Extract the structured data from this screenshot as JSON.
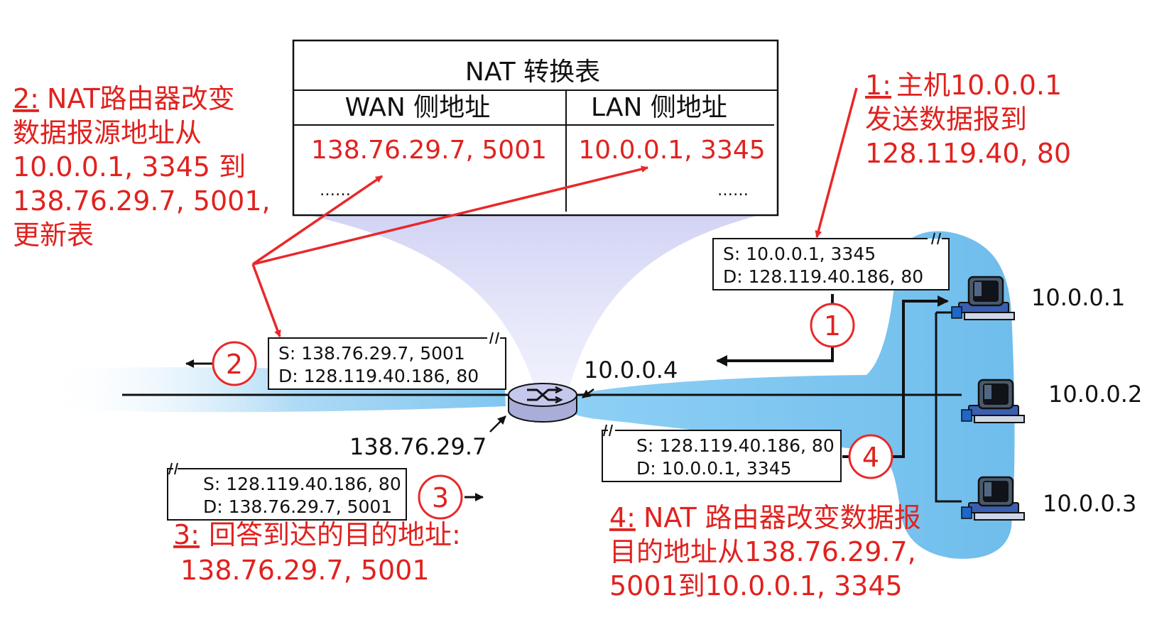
{
  "nat_table": {
    "title": "NAT 转换表",
    "col_wan": "WAN 侧地址",
    "col_lan": "LAN 侧地址",
    "row_wan": "138.76.29.7, 5001",
    "row_lan": "10.0.0.1, 3345",
    "more_wan": "……",
    "more_lan": "……"
  },
  "annotations": {
    "step2": {
      "num": "2:",
      "lines": [
        "NAT路由器改变",
        "数据报源地址从",
        "10.0.0.1, 3345 到",
        "138.76.29.7, 5001,",
        "更新表"
      ]
    },
    "step1": {
      "num": "1:",
      "lines": [
        "主机10.0.0.1",
        "发送数据报到",
        "128.119.40, 80"
      ]
    },
    "step3": {
      "num": "3:",
      "lines": [
        "回答到达的目的地址:",
        "138.76.29.7, 5001"
      ]
    },
    "step4": {
      "num": "4:",
      "lines": [
        "NAT 路由器改变数据报",
        "目的地址从138.76.29.7,",
        "5001到10.0.0.1, 3345"
      ]
    }
  },
  "packets": {
    "p1": {
      "src": "S: 10.0.0.1, 3345",
      "dst": "D: 128.119.40.186, 80"
    },
    "p2": {
      "src": "S: 138.76.29.7, 5001",
      "dst": "D: 128.119.40.186, 80"
    },
    "p3": {
      "src": "S: 128.119.40.186, 80",
      "dst": "D: 138.76.29.7, 5001"
    },
    "p4": {
      "src": "S: 128.119.40.186, 80",
      "dst": "D: 10.0.0.1, 3345"
    }
  },
  "steps": [
    "1",
    "2",
    "3",
    "4"
  ],
  "addresses": {
    "router_lan": "10.0.0.4",
    "router_wan": "138.76.29.7",
    "host1": "10.0.0.1",
    "host2": "10.0.0.2",
    "host3": "10.0.0.3"
  },
  "colors": {
    "annotation": "#e0221f",
    "lan_cloud": "#7fc6f0",
    "table_cone": "#c9cbf2"
  }
}
